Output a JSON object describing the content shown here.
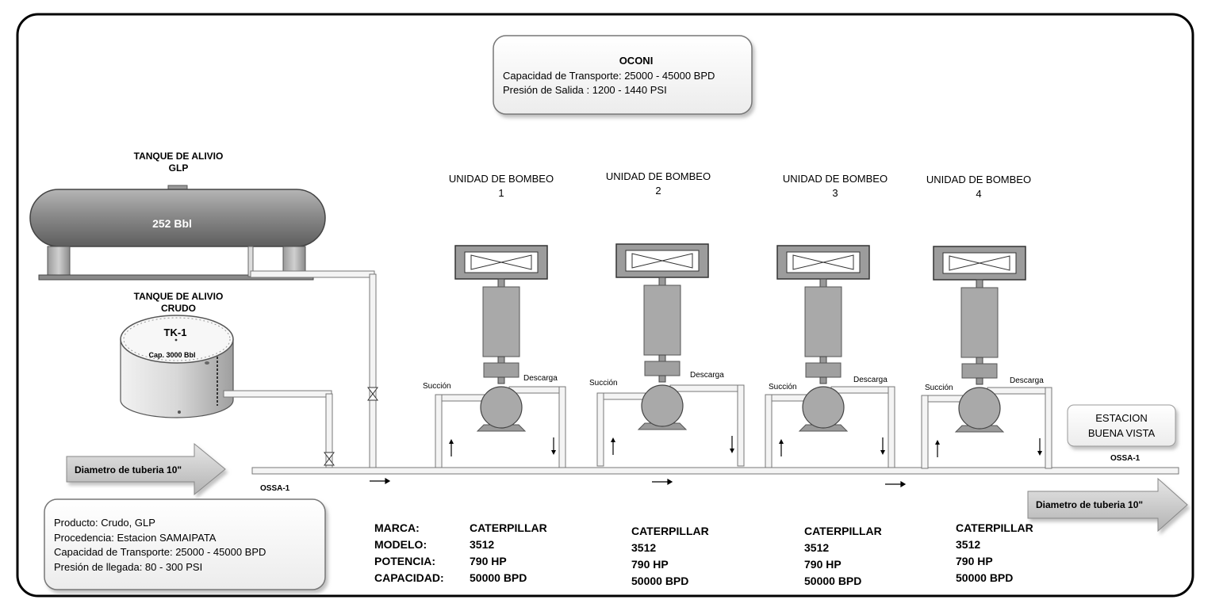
{
  "station": {
    "name": "OCONI",
    "transport_capacity": "Capacidad de Transporte: 25000  -  45000 BPD",
    "outlet_pressure": "Presión de  Salida : 1200 -  1440 PSI"
  },
  "tanks": {
    "glp_title_1": "TANQUE DE ALIVIO",
    "glp_title_2": "GLP",
    "glp_capacity": "252 Bbl",
    "crude_title_1": "TANQUE DE ALIVIO",
    "crude_title_2": "CRUDO",
    "crude_tag": "TK-1",
    "crude_capacity": "Cap. 3000 Bbl"
  },
  "pumps": [
    {
      "title": "UNIDAD DE BOMBEO",
      "number": "1",
      "suction": "Succión",
      "discharge": "Descarga"
    },
    {
      "title": "UNIDAD DE BOMBEO",
      "number": "2",
      "suction": "Succión",
      "discharge": "Descarga"
    },
    {
      "title": "UNIDAD DE BOMBEO",
      "number": "3",
      "suction": "Succión",
      "discharge": "Descarga"
    },
    {
      "title": "UNIDAD DE BOMBEO",
      "number": "4",
      "suction": "Succión",
      "discharge": "Descarga"
    }
  ],
  "pipeline": {
    "inlet_diameter": "Diametro de tuberia   10\"",
    "outlet_diameter": "Diametro de tuberia   10\"",
    "inlet_tag": "OSSA-1",
    "outlet_tag": "OSSA-1"
  },
  "destination": {
    "line1": "ESTACION",
    "line2": "BUENA VISTA"
  },
  "origin": {
    "product": "Producto: Crudo, GLP",
    "source": "Procedencia: Estacion SAMAIPATA",
    "capacity": "Capacidad de Transporte:  25000  - 45000 BPD",
    "pressure": "Presión de llegada:  80 - 300 PSI"
  },
  "specs": {
    "labels": {
      "brand": "MARCA:",
      "model": "MODELO:",
      "power": "POTENCIA:",
      "capacity": "CAPACIDAD:"
    },
    "units": [
      {
        "brand": "CATERPILLAR",
        "model": "3512",
        "power": "790 HP",
        "capacity": "50000 BPD"
      },
      {
        "brand": "CATERPILLAR",
        "model": "3512",
        "power": "790 HP",
        "capacity": "50000 BPD"
      },
      {
        "brand": "CATERPILLAR",
        "model": "3512",
        "power": "790 HP",
        "capacity": "50000 BPD"
      },
      {
        "brand": "CATERPILLAR",
        "model": "3512",
        "power": "790 HP",
        "capacity": "50000 BPD"
      }
    ]
  },
  "colors": {
    "frame": "#000000",
    "motor": "#a9a9a9",
    "tank_glp": "#8c8c8c",
    "box_shadow": "#bbbbbb"
  }
}
